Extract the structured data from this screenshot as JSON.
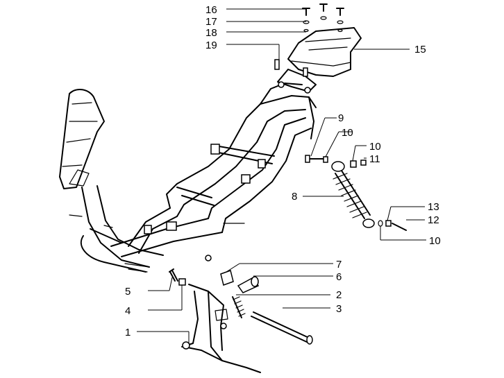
{
  "callouts": [
    {
      "id": "16",
      "text": "16"
    },
    {
      "id": "17",
      "text": "17"
    },
    {
      "id": "18",
      "text": "18"
    },
    {
      "id": "19",
      "text": "19"
    },
    {
      "id": "15",
      "text": "15"
    },
    {
      "id": "9",
      "text": "9"
    },
    {
      "id": "10a",
      "text": "10"
    },
    {
      "id": "10b",
      "text": "10"
    },
    {
      "id": "11",
      "text": "11"
    },
    {
      "id": "8",
      "text": "8"
    },
    {
      "id": "13",
      "text": "13"
    },
    {
      "id": "12",
      "text": "12"
    },
    {
      "id": "10c",
      "text": "10"
    },
    {
      "id": "7",
      "text": "7"
    },
    {
      "id": "6",
      "text": "6"
    },
    {
      "id": "5",
      "text": "5"
    },
    {
      "id": "2",
      "text": "2"
    },
    {
      "id": "3",
      "text": "3"
    },
    {
      "id": "4",
      "text": "4"
    },
    {
      "id": "1",
      "text": "1"
    }
  ]
}
